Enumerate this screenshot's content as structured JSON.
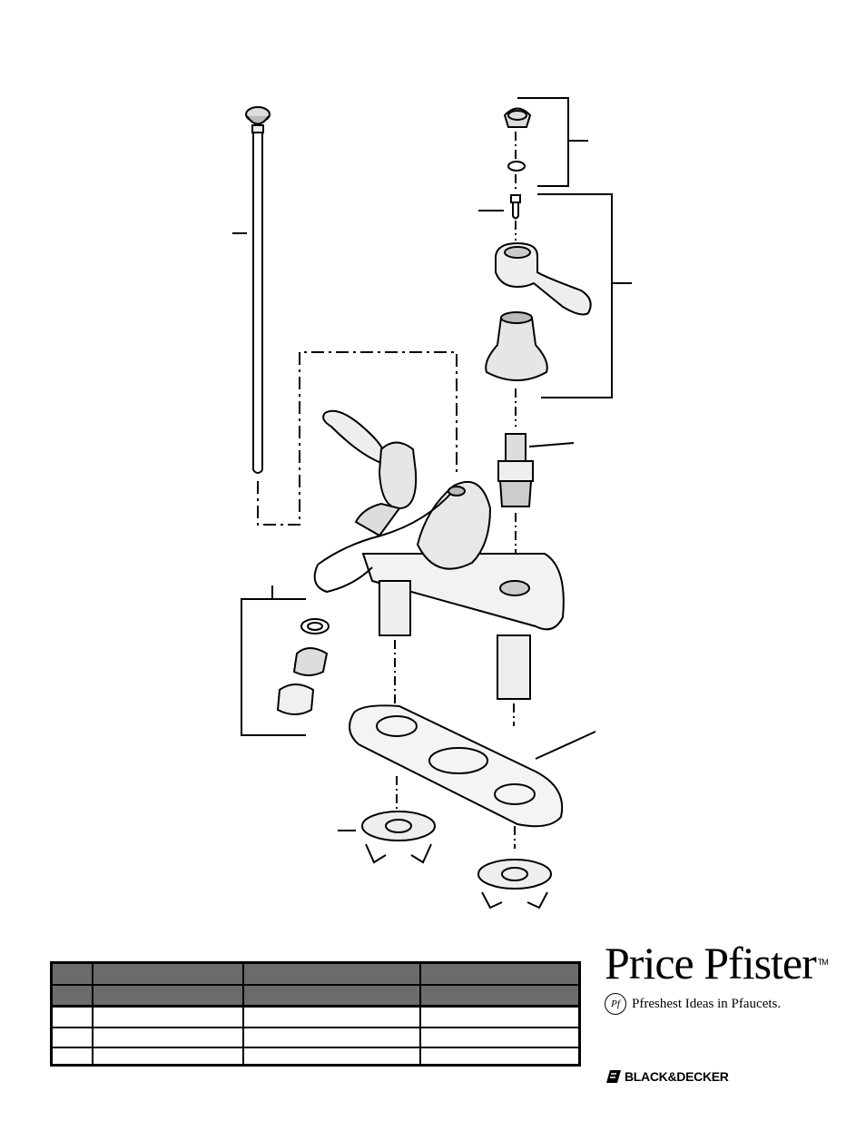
{
  "brand": {
    "name": "Price Pfister",
    "trademark": "TM",
    "monogram": "Pf",
    "tagline": "Pfreshest Ideas in Pfaucets."
  },
  "manufacturer_logo": {
    "text": "BLACK&DECKER"
  },
  "parts_table": {
    "header_rows": 2,
    "body_rows": 3,
    "columns": 4,
    "cells": []
  },
  "colors": {
    "line": "#000000",
    "table_header": "#6b6b6b",
    "background": "#ffffff"
  }
}
